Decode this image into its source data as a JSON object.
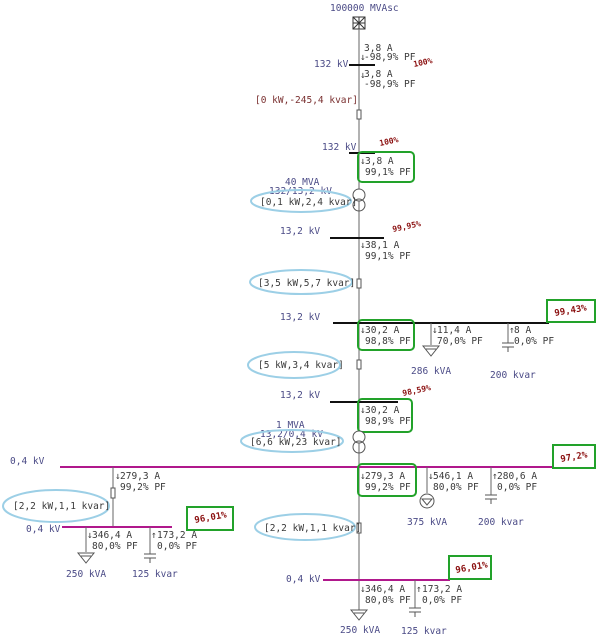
{
  "source": {
    "label": "100000 MVAsc"
  },
  "hv": {
    "bus_kv": "132 kV",
    "pct": "100%",
    "in_current": "3,8 A",
    "in_pf": "-98,9% PF",
    "out_current": "3,8 A",
    "out_pf": "-98,9% PF",
    "line_loss": "[0 kW,-245,4 kvar]"
  },
  "tx1_primary": {
    "bus_kv": "132 kV",
    "pct": "100%",
    "current": "3,8 A",
    "pf": "99,1% PF"
  },
  "tx1": {
    "rating": "40 MVA",
    "ratio": "132/13,2 kV",
    "loss": "[0,1 kW,2,4 kvar]"
  },
  "mv_bus1": {
    "bus_kv": "13,2 kV",
    "pct": "99,95%",
    "current": "38,1 A",
    "pf": "99,1% PF",
    "line_loss": "[3,5 kW,5,7 kvar]"
  },
  "mv_bus2": {
    "bus_kv": "13,2 kV",
    "pct": "99,43%",
    "feed_current": "30,2 A",
    "feed_pf": "98,8% PF",
    "load_current": "11,4 A",
    "load_pf": "70,0% PF",
    "load_rating": "286 kVA",
    "cap_current": "8 A",
    "cap_pf": "0,0% PF",
    "cap_rating": "200 kvar",
    "line_loss": "[5 kW,3,4 kvar]"
  },
  "tx2_primary": {
    "bus_kv": "13,2 kV",
    "pct": "98,59%",
    "current": "30,2 A",
    "pf": "98,9% PF"
  },
  "tx2": {
    "rating": "1 MVA",
    "ratio": "13,2/0,4 kV",
    "loss": "[6,6 kW,23 kvar]"
  },
  "lv_bus": {
    "bus_kv": "0,4 kV",
    "pct": "97,2%",
    "left_current": "279,3 A",
    "left_pf": "99,2% PF",
    "tx_current": "279,3 A",
    "tx_pf": "99,2% PF",
    "load_current": "546,1 A",
    "load_pf": "80,0% PF",
    "load_rating": "375 kVA",
    "cap_current": "280,6 A",
    "cap_pf": "0,0% PF",
    "cap_rating": "200 kvar"
  },
  "lv_left": {
    "line_loss": "[2,2 kW,1,1 kvar]",
    "bus_kv": "0,4 kV",
    "pct": "96,01%",
    "load_current": "346,4 A",
    "load_pf": "80,0% PF",
    "load_rating": "250 kVA",
    "cap_current": "173,2 A",
    "cap_pf": "0,0% PF",
    "cap_rating": "125 kvar"
  },
  "lv_right": {
    "line_loss": "[2,2 kW,1,1 kvar]",
    "bus_kv": "0,4 kV",
    "pct": "96,01%",
    "load_current": "346,4 A",
    "load_pf": "80,0% PF",
    "load_rating": "250 kVA",
    "cap_current": "173,2 A",
    "cap_pf": "0,0% PF",
    "cap_rating": "125 kvar"
  },
  "colors": {
    "voltage_label": "#4a4a86",
    "lv_bus": "#b0188c",
    "highlight_box": "#22a22a",
    "loss_oval": "#9ccfe6",
    "percent_text": "#8b1010"
  }
}
